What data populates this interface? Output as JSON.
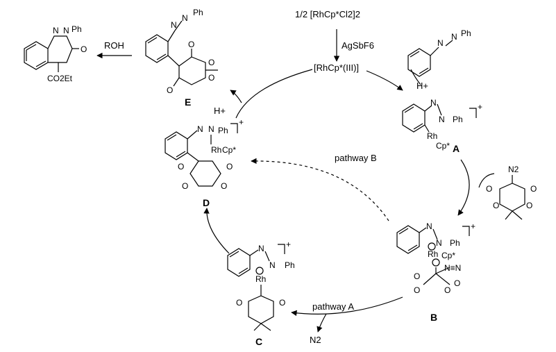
{
  "catalyst": {
    "precursor": "1/2 [RhCp*Cl2]2",
    "additive": "AgSbF6",
    "active": "[RhCp*(III)]"
  },
  "reagents": {
    "azobenzene_label": "N=N-Ph",
    "diazo_label": "N2",
    "alcohol": "ROH"
  },
  "byproducts": {
    "proton_top": "H+",
    "proton_left": "H+",
    "nitrogen": "N2"
  },
  "pathways": {
    "a": "pathway A",
    "b": "pathway B"
  },
  "intermediates": {
    "A": "A",
    "B": "B",
    "C": "C",
    "D": "D",
    "E": "E"
  },
  "atoms": {
    "N": "N",
    "O": "O",
    "Ph": "Ph",
    "Rh": "Rh",
    "Cp": "Cp*",
    "charge": "+",
    "ester": "CO2Et"
  }
}
